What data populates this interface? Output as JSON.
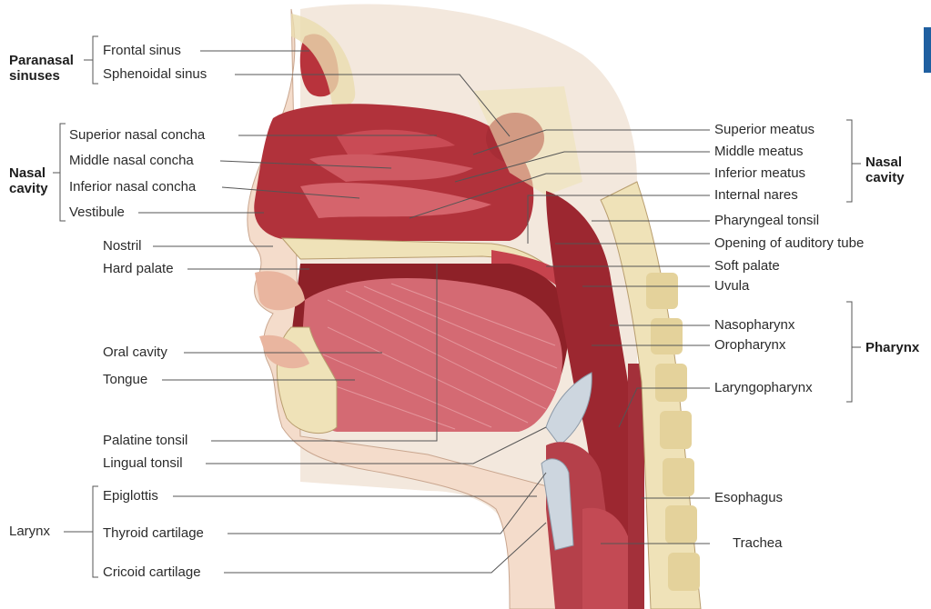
{
  "colors": {
    "tissue_red": "#b2343b",
    "muscle_pink": "#d9707a",
    "skin": "#f2d9c8",
    "bone": "#efe2b8",
    "cartilage": "#cdd6df",
    "leader_line": "#555555",
    "accent": "#1f5fa0"
  },
  "groups": {
    "paranasal": [
      "Paranasal",
      "sinuses"
    ],
    "nasal_left": [
      "Nasal",
      "cavity"
    ],
    "nasal_right": [
      "Nasal",
      "cavity"
    ],
    "pharynx": "Pharynx",
    "larynx": "Larynx"
  },
  "labels_left": {
    "frontal_sinus": "Frontal sinus",
    "sphenoidal_sinus": "Sphenoidal sinus",
    "superior_nasal_concha": "Superior nasal concha",
    "middle_nasal_concha": "Middle nasal concha",
    "inferior_nasal_concha": "Inferior nasal concha",
    "vestibule": "Vestibule",
    "nostril": "Nostril",
    "hard_palate": "Hard palate",
    "oral_cavity": "Oral cavity",
    "tongue": "Tongue",
    "palatine_tonsil": "Palatine tonsil",
    "lingual_tonsil": "Lingual tonsil",
    "epiglottis": "Epiglottis",
    "thyroid_cartilage": "Thyroid cartilage",
    "cricoid_cartilage": "Cricoid cartilage"
  },
  "labels_right": {
    "superior_meatus": "Superior meatus",
    "middle_meatus": "Middle meatus",
    "inferior_meatus": "Inferior meatus",
    "internal_nares": "Internal nares",
    "pharyngeal_tonsil": "Pharyngeal tonsil",
    "opening_auditory_tube": "Opening of auditory tube",
    "soft_palate": "Soft palate",
    "uvula": "Uvula",
    "nasopharynx": "Nasopharynx",
    "oropharynx": "Oropharynx",
    "laryngopharynx": "Laryngopharynx",
    "esophagus": "Esophagus",
    "trachea": "Trachea"
  }
}
